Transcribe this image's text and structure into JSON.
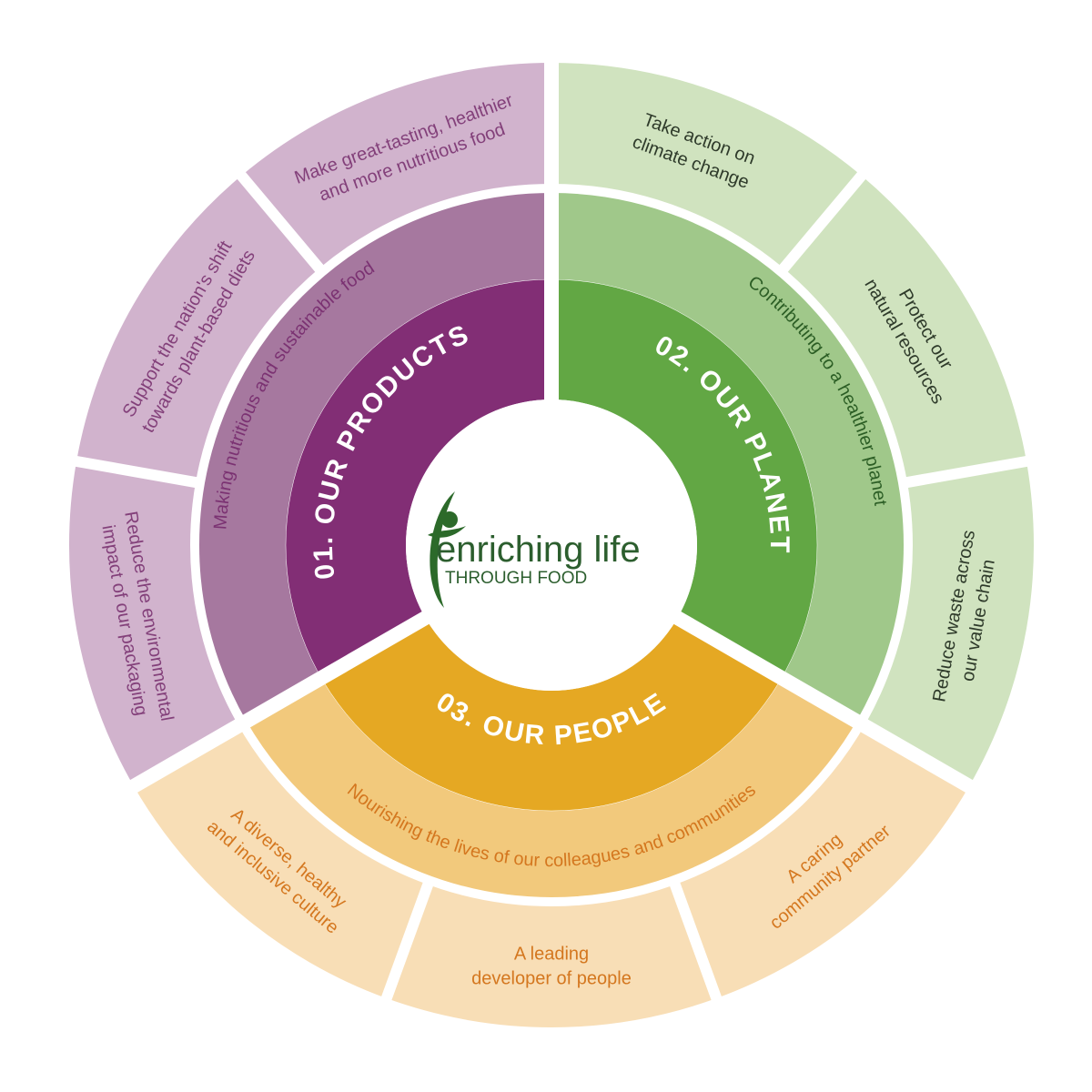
{
  "logo": {
    "main": "enriching life",
    "sub": "THROUGH FOOD"
  },
  "pillars": [
    {
      "title": "01. OUR PRODUCTS",
      "theme": "Making nutritious and sustainable food",
      "colors": {
        "inner": "#822e75",
        "middle": "#a6789f",
        "outer": "#d1b3cd",
        "text": "#7b3272",
        "outer_text": "#83407a"
      },
      "commitments": [
        [
          "Make great-tasting, healthier",
          "and more nutritious food"
        ],
        [
          "Support the nation's shift",
          "towards plant-based diets"
        ],
        [
          "Reduce the environmental",
          "impact of our packaging"
        ]
      ]
    },
    {
      "title": "02. OUR PLANET",
      "theme": "Contributing to a healthier planet",
      "colors": {
        "inner": "#62a744",
        "middle": "#a0c88a",
        "outer": "#d0e3bf",
        "text": "#2c5e25",
        "outer_text": "#2e3a2a"
      },
      "commitments": [
        [
          "Take action on",
          "climate change"
        ],
        [
          "Protect our",
          "natural resources"
        ],
        [
          "Reduce waste across",
          "our value chain"
        ]
      ]
    },
    {
      "title": "03. OUR PEOPLE",
      "theme": "Nourishing the lives of our colleagues and communities",
      "colors": {
        "inner": "#e5a823",
        "middle": "#f2c97c",
        "outer": "#f8deb6",
        "text": "#d4771f",
        "outer_text": "#d4771f"
      },
      "commitments": [
        [
          "A caring",
          "community partner"
        ],
        [
          "A leading",
          "developer of people"
        ],
        [
          "A diverse, healthy",
          "and inclusive culture"
        ]
      ]
    }
  ]
}
